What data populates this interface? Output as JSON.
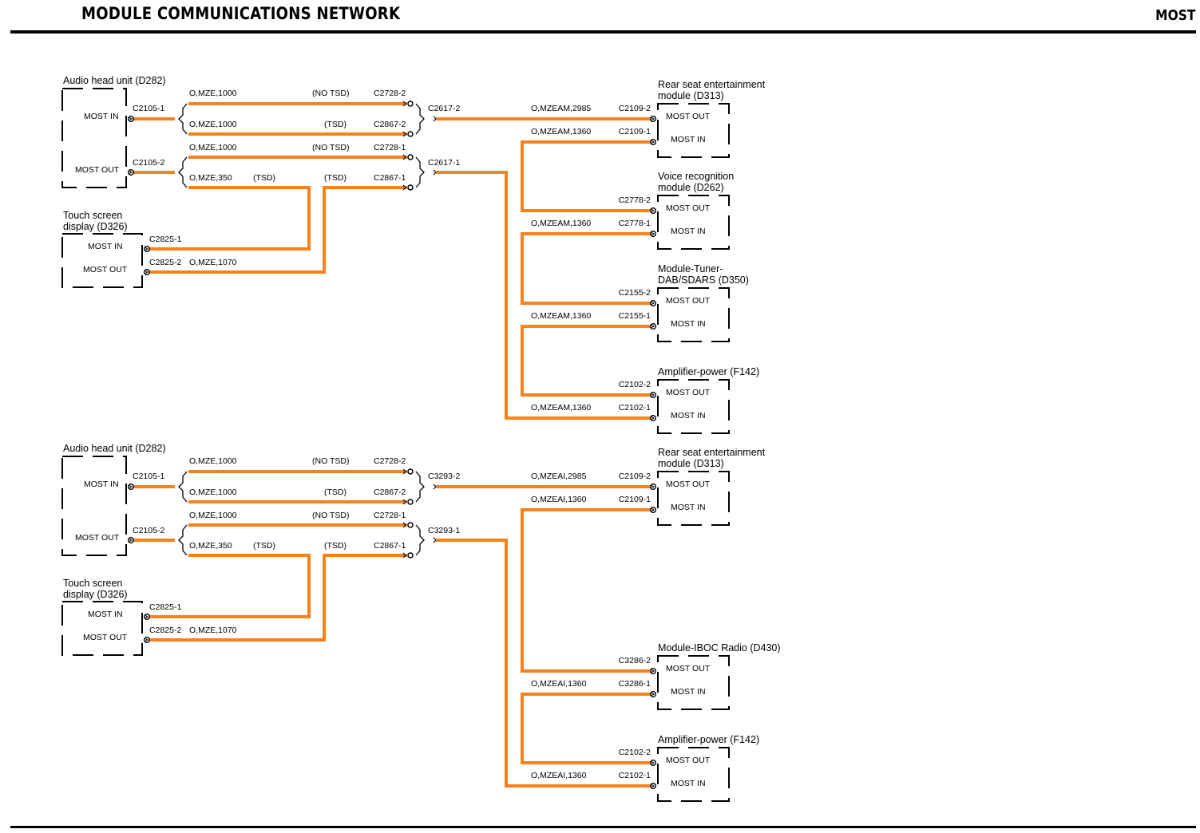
{
  "header": {
    "title": "MODULE COMMUNICATIONS NETWORK",
    "tag": "MOST"
  },
  "colors": {
    "wire": "#f7811d",
    "ink": "#000000"
  },
  "diagrams": [
    {
      "head_unit": {
        "name": "Audio head unit (D282)",
        "in_port": "MOST IN",
        "out_port": "MOST OUT",
        "conn_in": "C2105-1",
        "conn_out": "C2105-2"
      },
      "touch_screen": {
        "name_line1": "Touch screen",
        "name_line2": "display (D326)",
        "in_port": "MOST IN",
        "out_port": "MOST OUT",
        "conn_in": "C2825-1",
        "conn_out": "C2825-2",
        "wire_out": "O,MZE,1070"
      },
      "splices": {
        "top_in": {
          "wire": "O,MZE,1000",
          "option": "(NO TSD)",
          "conn": "C2728-2"
        },
        "top_tsd": {
          "wire": "O,MZE,1000",
          "option": "(TSD)",
          "conn": "C2867-2"
        },
        "bot_in": {
          "wire": "O,MZE,1000",
          "option": "(NO TSD)",
          "conn": "C2728-1"
        },
        "bot_tsd": {
          "wire": "O,MZE,350",
          "option_a": "(TSD)",
          "option_b": "(TSD)",
          "conn": "C2867-1"
        }
      },
      "junction_top": "C2617-2",
      "junction_bot": "C2617-1",
      "modules": [
        {
          "name_line1": "Rear seat entertainment",
          "name_line2": "module (D313)",
          "out_port": "MOST OUT",
          "in_port": "MOST IN",
          "conn_out": "C2109-2",
          "conn_in": "C2109-1",
          "wire_out": "O,MZEAM,2985",
          "wire_in": "O,MZEAM,1360"
        },
        {
          "name_line1": "Voice recognition",
          "name_line2": "module (D262)",
          "out_port": "MOST OUT",
          "in_port": "MOST IN",
          "conn_out": "C2778-2",
          "conn_in": "C2778-1",
          "wire_in": "O,MZEAM,1360"
        },
        {
          "name_line1": "Module-Tuner-",
          "name_line2": "DAB/SDARS (D350)",
          "out_port": "MOST OUT",
          "in_port": "MOST IN",
          "conn_out": "C2155-2",
          "conn_in": "C2155-1",
          "wire_in": "O,MZEAM,1360"
        },
        {
          "name_line1": "Amplifier-power (F142)",
          "name_line2": "",
          "out_port": "MOST OUT",
          "in_port": "MOST IN",
          "conn_out": "C2102-2",
          "conn_in": "C2102-1",
          "wire_in": "O,MZEAM,1360"
        }
      ]
    },
    {
      "head_unit": {
        "name": "Audio head unit (D282)",
        "in_port": "MOST IN",
        "out_port": "MOST OUT",
        "conn_in": "C2105-1",
        "conn_out": "C2105-2"
      },
      "touch_screen": {
        "name_line1": "Touch screen",
        "name_line2": "display (D326)",
        "in_port": "MOST IN",
        "out_port": "MOST OUT",
        "conn_in": "C2825-1",
        "conn_out": "C2825-2",
        "wire_out": "O,MZE,1070"
      },
      "splices": {
        "top_in": {
          "wire": "O,MZE,1000",
          "option": "(NO TSD)",
          "conn": "C2728-2"
        },
        "top_tsd": {
          "wire": "O,MZE,1000",
          "option": "(TSD)",
          "conn": "C2867-2"
        },
        "bot_in": {
          "wire": "O,MZE,1000",
          "option": "(NO TSD)",
          "conn": "C2728-1"
        },
        "bot_tsd": {
          "wire": "O,MZE,350",
          "option_a": "(TSD)",
          "option_b": "(TSD)",
          "conn": "C2867-1"
        }
      },
      "junction_top": "C3293-2",
      "junction_bot": "C3293-1",
      "modules": [
        {
          "name_line1": "Rear seat entertainment",
          "name_line2": "module (D313)",
          "out_port": "MOST OUT",
          "in_port": "MOST IN",
          "conn_out": "C2109-2",
          "conn_in": "C2109-1",
          "wire_out": "O,MZEAI,2985",
          "wire_in": "O,MZEAI,1360"
        },
        {
          "name_line1": "Module-IBOC Radio (D430)",
          "name_line2": "",
          "out_port": "MOST OUT",
          "in_port": "MOST IN",
          "conn_out": "C3286-2",
          "conn_in": "C3286-1",
          "wire_in": "O,MZEAI,1360"
        },
        {
          "name_line1": "Amplifier-power (F142)",
          "name_line2": "",
          "out_port": "MOST OUT",
          "in_port": "MOST IN",
          "conn_out": "C2102-2",
          "conn_in": "C2102-1",
          "wire_in": "O,MZEAI,1360"
        }
      ]
    }
  ]
}
